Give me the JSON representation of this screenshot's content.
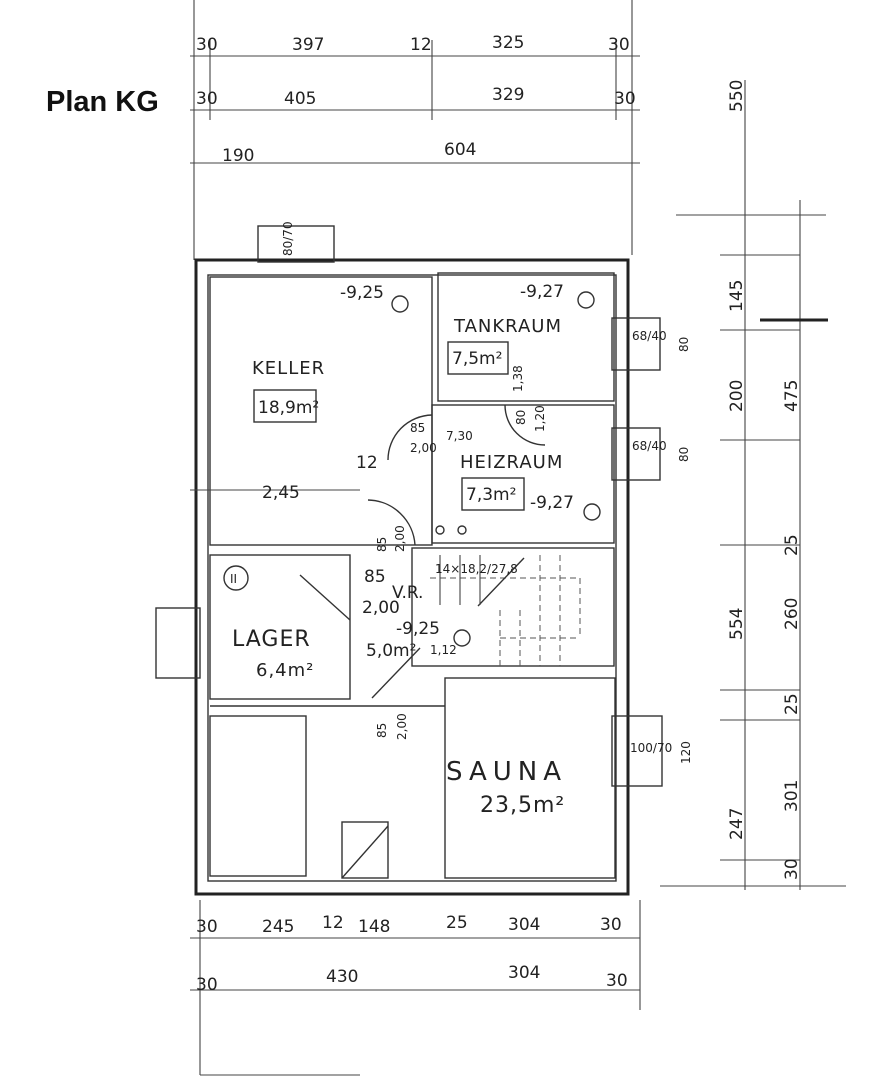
{
  "title": "Plan KG",
  "rooms": {
    "keller": {
      "name": "KELLER",
      "area": "18,9m²",
      "level": "-9,25"
    },
    "tankraum": {
      "name": "TANKRAUM",
      "area": "7,5m²",
      "level": "-9,27"
    },
    "heizraum": {
      "name": "HEIZRAUM",
      "area": "7,3m²",
      "level": "-9,27"
    },
    "lager": {
      "name": "LAGER",
      "area": "6,4m²",
      "mark": "II"
    },
    "vr": {
      "name": "V.R.",
      "area": "5,0m²",
      "level": "-9,25"
    },
    "sauna": {
      "name": "SAUNA",
      "area": "23,5m²"
    }
  },
  "stair": "14×18,2/27,8",
  "dims_top": {
    "row1": [
      "30",
      "397",
      "12",
      "325",
      "30"
    ],
    "row2": [
      "30",
      "405",
      "329",
      "30"
    ],
    "row3": [
      "190",
      "604"
    ]
  },
  "dims_bottom": {
    "row1": [
      "30",
      "245",
      "12",
      "148",
      "25",
      "304",
      "30"
    ],
    "row2": [
      "30",
      "430",
      "304",
      "30"
    ]
  },
  "dims_right": [
    "550",
    "145",
    "200",
    "475",
    "25",
    "554",
    "260",
    "25",
    "301",
    "247",
    "30"
  ],
  "dims_inner": {
    "keller_width": "2,45",
    "wall": "12",
    "door1_w": "85",
    "door1_h": "2,00",
    "door1_x": "7,30",
    "door2_w": "80",
    "door2_h": "1,20",
    "door2_s": "1,38",
    "door3_w": "85",
    "door3_h": "2,00",
    "door4_w": "85",
    "door4_h": "2,00",
    "door5_w": "85",
    "door5_h": "2,00",
    "step": "1,12",
    "win1": "68/40",
    "win2": "68/40",
    "win3": "100/70",
    "win_r1": "80",
    "win_r2": "80",
    "win_r3": "120",
    "top_win": "80/70"
  }
}
